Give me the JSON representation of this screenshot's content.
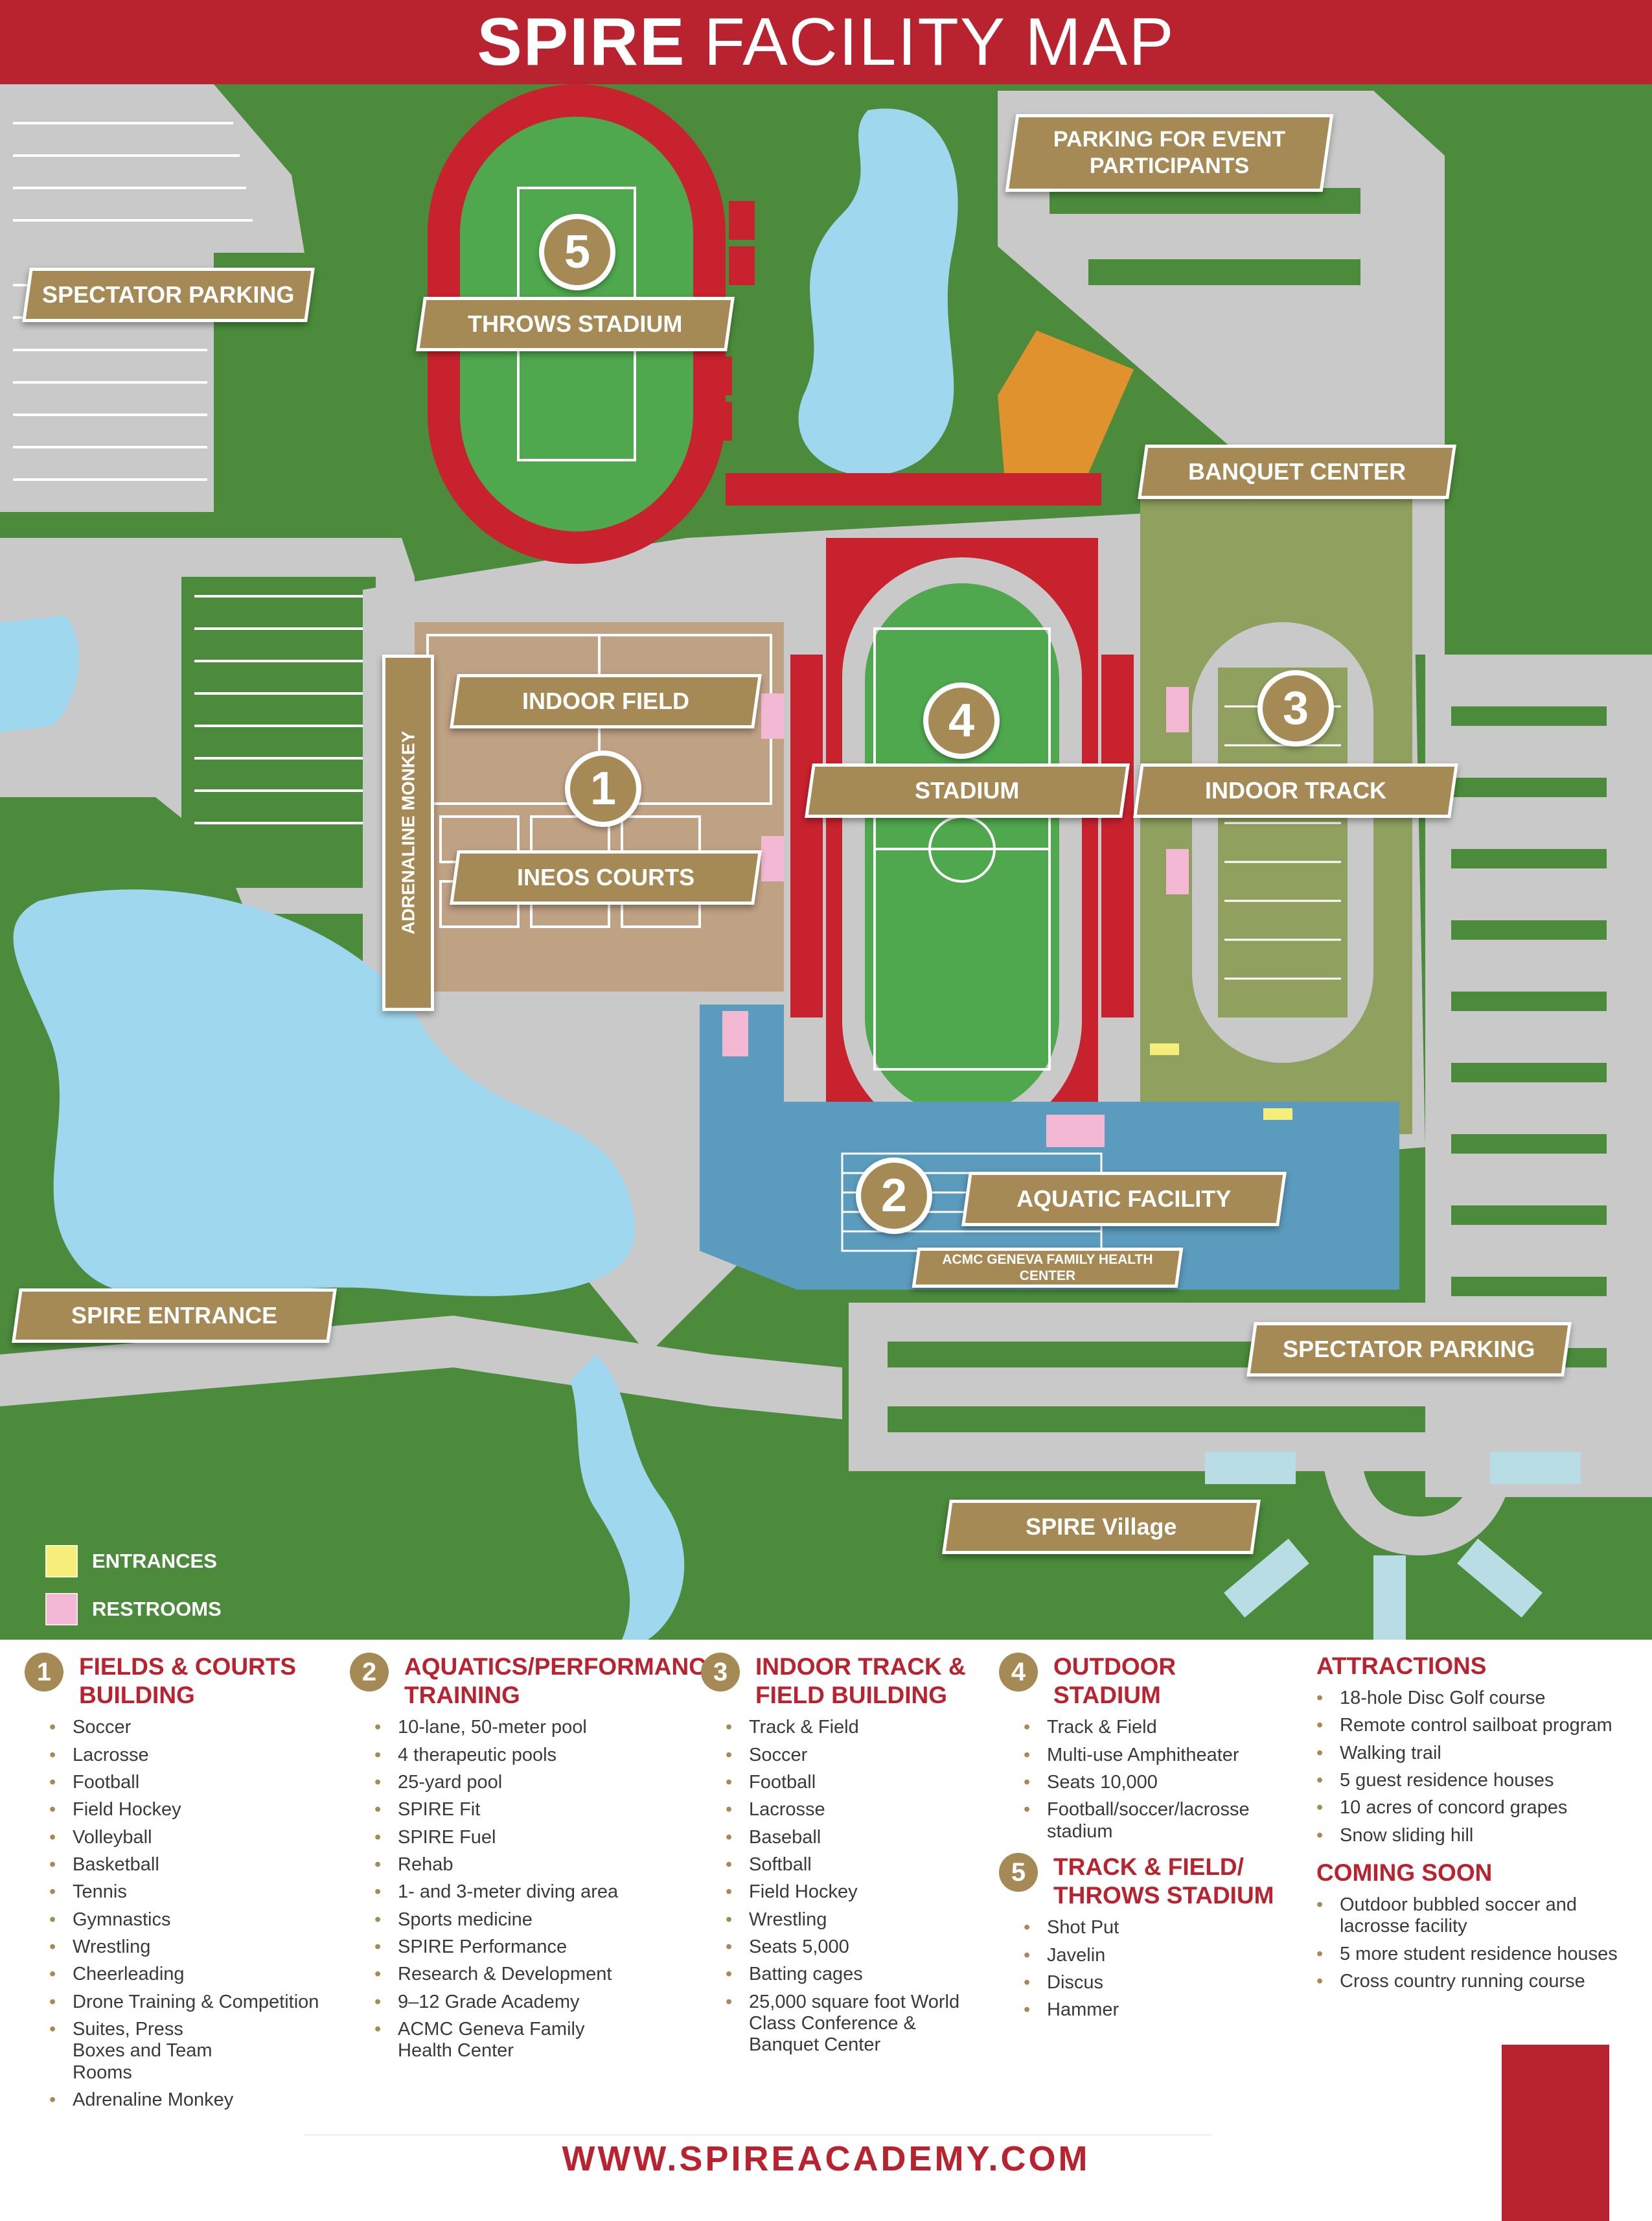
{
  "header": {
    "title_bold": "SPIRE",
    "title_light": "FACILITY MAP"
  },
  "map": {
    "labels": {
      "spectator_parking_west": "SPECTATOR PARKING",
      "throws_stadium": "THROWS STADIUM",
      "parking_event": "PARKING FOR EVENT PARTICIPANTS",
      "banquet_center": "BANQUET CENTER",
      "indoor_field": "INDOOR FIELD",
      "ineos_courts": "INEOS COURTS",
      "adrenaline_monkey": "ADRENALINE MONKEY",
      "stadium": "STADIUM",
      "indoor_track": "INDOOR TRACK",
      "aquatic_facility": "AQUATIC FACILITY",
      "acmc": "ACMC GENEVA FAMILY HEALTH CENTER",
      "spire_entrance": "SPIRE ENTRANCE",
      "spectator_parking_south": "SPECTATOR PARKING",
      "spire_village": "SPIRE Village"
    },
    "numbers": {
      "n1": "1",
      "n2": "2",
      "n3": "3",
      "n4": "4",
      "n5": "5"
    },
    "legend": [
      {
        "label": "ENTRANCES",
        "color": "#f5ee7a"
      },
      {
        "label": "RESTROOMS",
        "color": "#f2b8d4"
      }
    ],
    "colors": {
      "grass": "#4b8b3b",
      "road": "#c9c9c9",
      "water": "#9fd7ef",
      "track": "#c8222e",
      "field": "#4fa84d",
      "aquatic": "#5b9bbd",
      "indoor_track_bldg": "#8fa05f",
      "fields_courts_bldg": "#bfa184",
      "orange": "#e0922f",
      "gold": "#a68a55"
    }
  },
  "sections": {
    "s1": {
      "num": "1",
      "title_l1": "FIELDS & COURTS",
      "title_l2": "BUILDING",
      "items": [
        "Soccer",
        "Lacrosse",
        "Football",
        "Field Hockey",
        "Volleyball",
        "Basketball",
        "Tennis",
        "Gymnastics",
        "Wrestling",
        "Cheerleading",
        "Drone Training & Competition",
        "Suites, Press Boxes and Team Rooms",
        "Adrenaline Monkey"
      ]
    },
    "s2": {
      "num": "2",
      "title_l1": "AQUATICS/PERFORMANCE",
      "title_l2": "TRAINING",
      "items": [
        "10-lane, 50-meter pool",
        "4 therapeutic pools",
        "25-yard pool",
        "SPIRE Fit",
        "SPIRE Fuel",
        "Rehab",
        "1- and 3-meter diving area",
        "Sports medicine",
        "SPIRE Performance",
        "Research & Development",
        "9–12 Grade Academy",
        "ACMC Geneva Family Health Center"
      ]
    },
    "s3": {
      "num": "3",
      "title_l1": "INDOOR TRACK &",
      "title_l2": "FIELD BUILDING",
      "items": [
        "Track & Field",
        "Soccer",
        "Football",
        "Lacrosse",
        "Baseball",
        "Softball",
        "Field Hockey",
        "Wrestling",
        "Seats 5,000",
        "Batting cages",
        "25,000 square foot World Class Conference & Banquet Center"
      ]
    },
    "s4": {
      "num": "4",
      "title_l1": "OUTDOOR",
      "title_l2": "STADIUM",
      "items": [
        "Track & Field",
        "Multi-use Amphitheater",
        "Seats 10,000",
        "Football/soccer/lacrosse stadium"
      ]
    },
    "s5": {
      "num": "5",
      "title_l1": "TRACK & FIELD/",
      "title_l2": "THROWS STADIUM",
      "items": [
        "Shot Put",
        "Javelin",
        "Discus",
        "Hammer"
      ]
    },
    "attractions": {
      "title": "ATTRACTIONS",
      "items": [
        "18-hole Disc Golf course",
        "Remote control sailboat program",
        "Walking trail",
        "5 guest residence houses",
        "10 acres of concord grapes",
        "Snow sliding hill"
      ]
    },
    "coming_soon": {
      "title": "COMING SOON",
      "items": [
        "Outdoor bubbled soccer and lacrosse facility",
        "5 more student residence houses",
        "Cross country running course"
      ]
    }
  },
  "footer": {
    "url": "WWW.SPIREACADEMY.COM"
  }
}
